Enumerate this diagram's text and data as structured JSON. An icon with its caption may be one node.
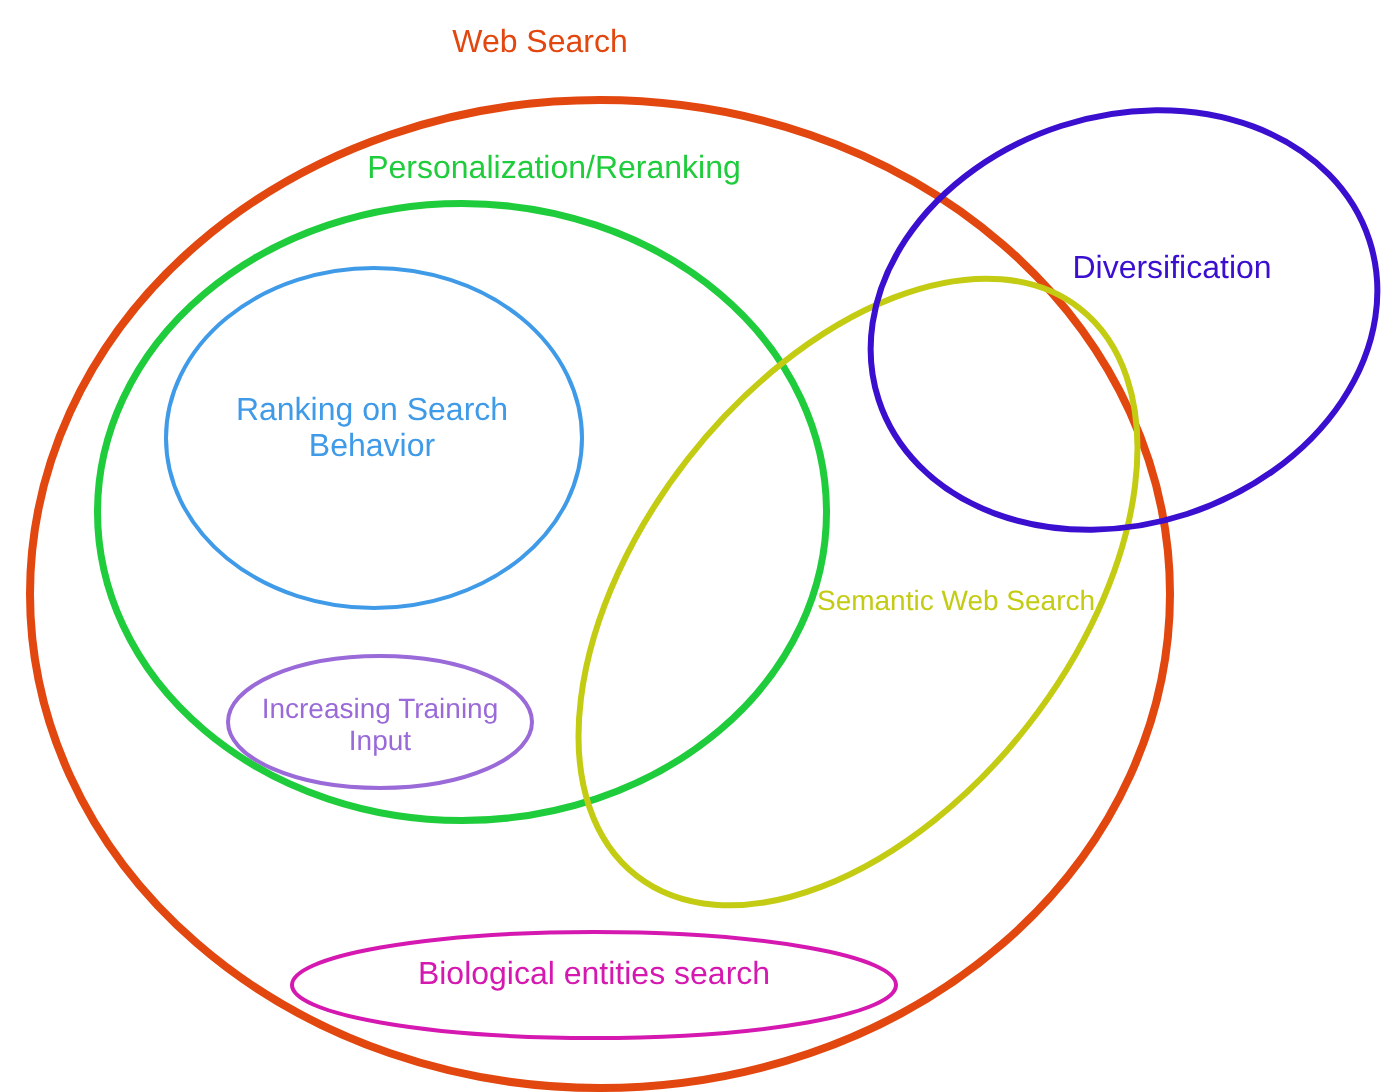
{
  "diagram": {
    "nodes": [
      {
        "text": [
          "Web Search"
        ]
      },
      {
        "text": [
          "Personalization/Reranking"
        ],
        "in": 0
      },
      {
        "text": [
          "Diversification"
        ]
      },
      {
        "text": [
          "Ranking on Search Behavior"
        ],
        "in": 1
      },
      {
        "text": [
          "Semantic Web Search"
        ],
        "in": 0
      },
      {
        "text": [
          "Increasing Training Input"
        ],
        "in": 1
      },
      {
        "text": [
          "Biological entities search"
        ],
        "in": 0
      }
    ]
  }
}
